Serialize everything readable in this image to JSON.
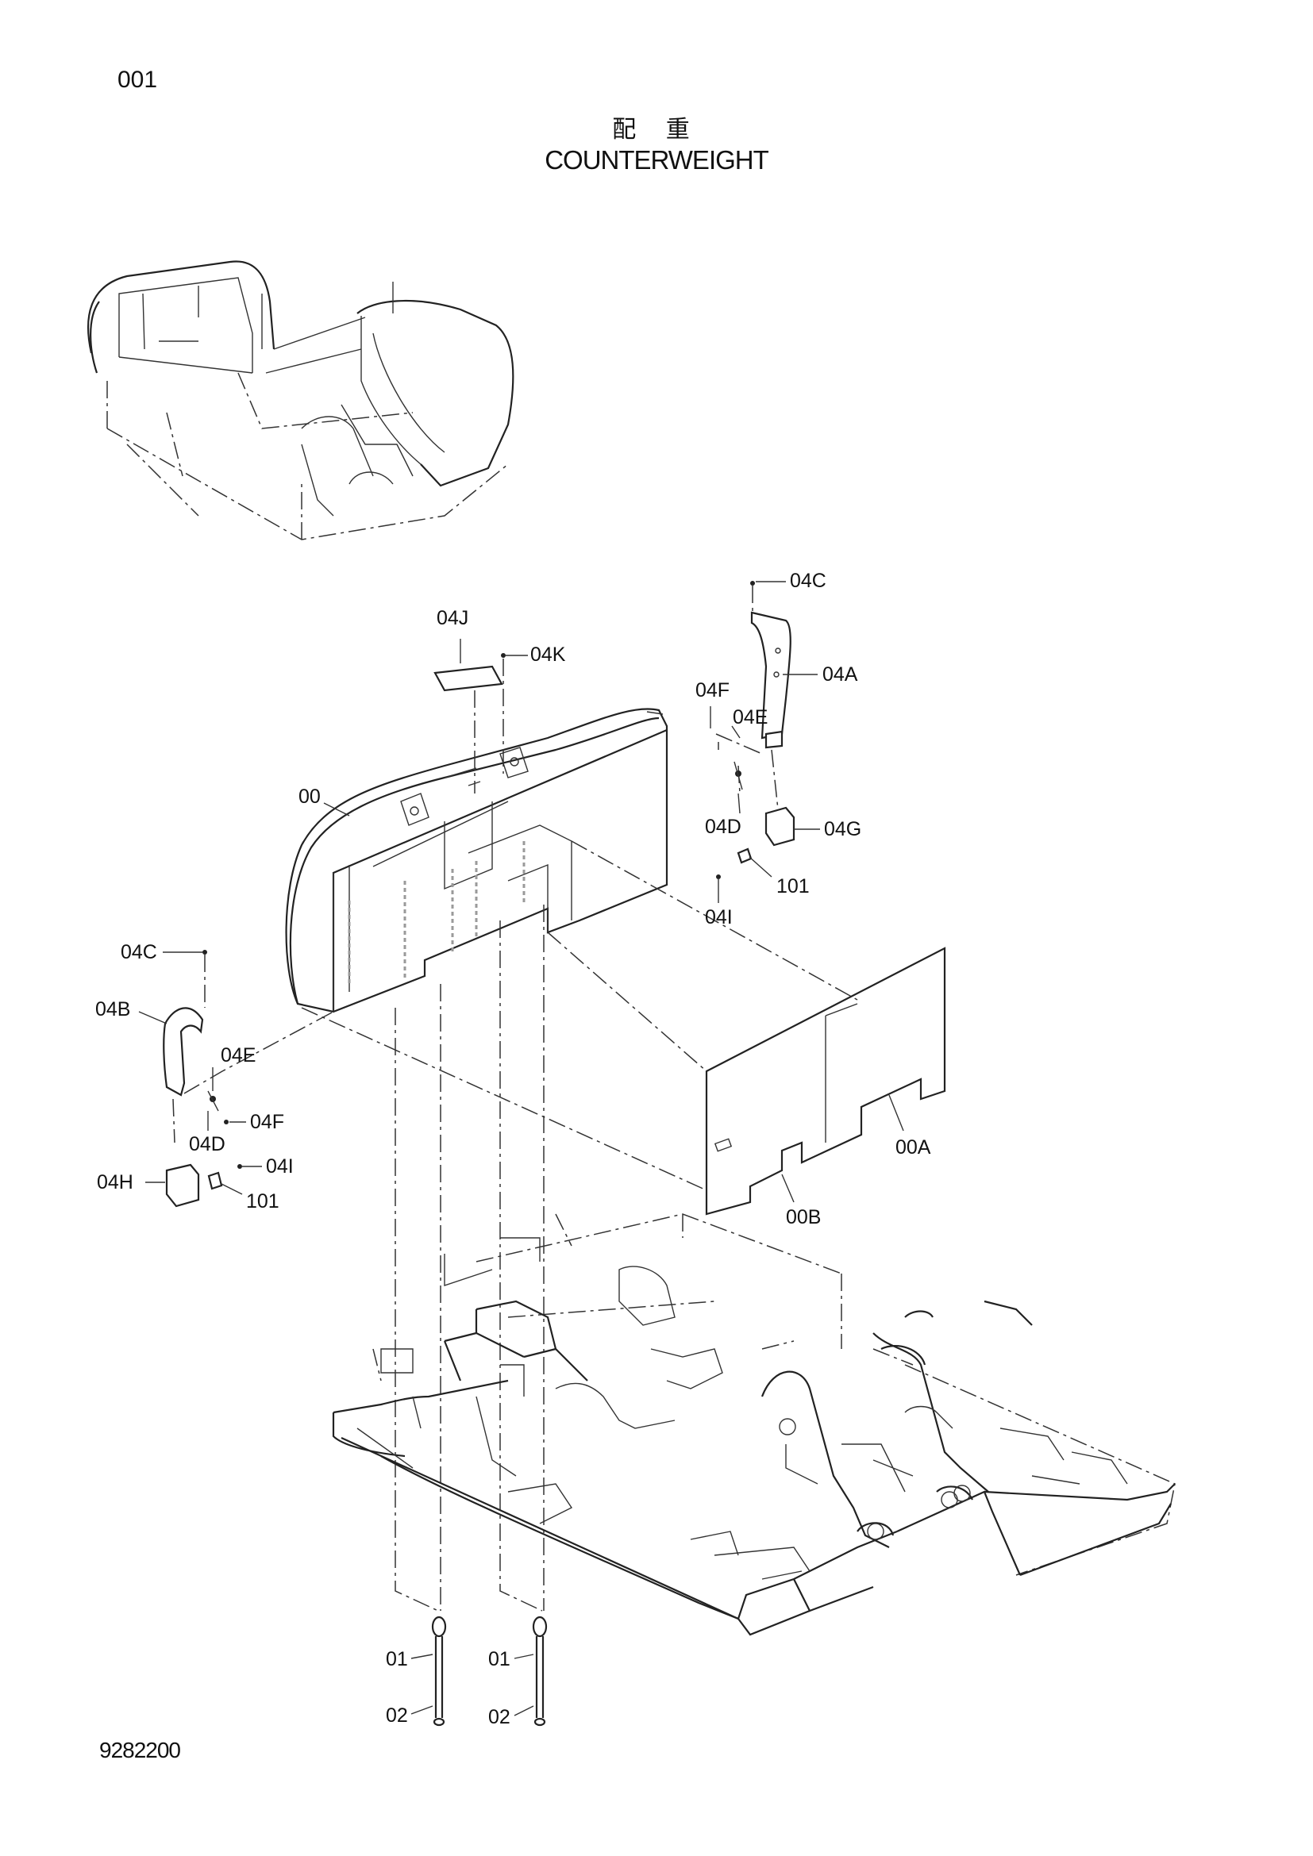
{
  "page_number": "001",
  "title_jp": "配 重",
  "title_en": "COUNTERWEIGHT",
  "drawing_number": "9282200",
  "callouts": {
    "c04C_top": "04C",
    "c04J": "04J",
    "c04K": "04K",
    "c04A": "04A",
    "c04F_right": "04F",
    "c04E_right": "04E",
    "c00": "00",
    "c04D_right": "04D",
    "c04G": "04G",
    "c101_right": "101",
    "c04I_right": "04I",
    "c04C_left": "04C",
    "c04B": "04B",
    "c04E_left": "04E",
    "c04F_left": "04F",
    "c04D_left": "04D",
    "c04I_left": "04I",
    "c04H": "04H",
    "c101_left": "101",
    "c00A": "00A",
    "c00B": "00B",
    "c01_left": "01",
    "c02_left": "02",
    "c01_right": "01",
    "c02_right": "02"
  }
}
